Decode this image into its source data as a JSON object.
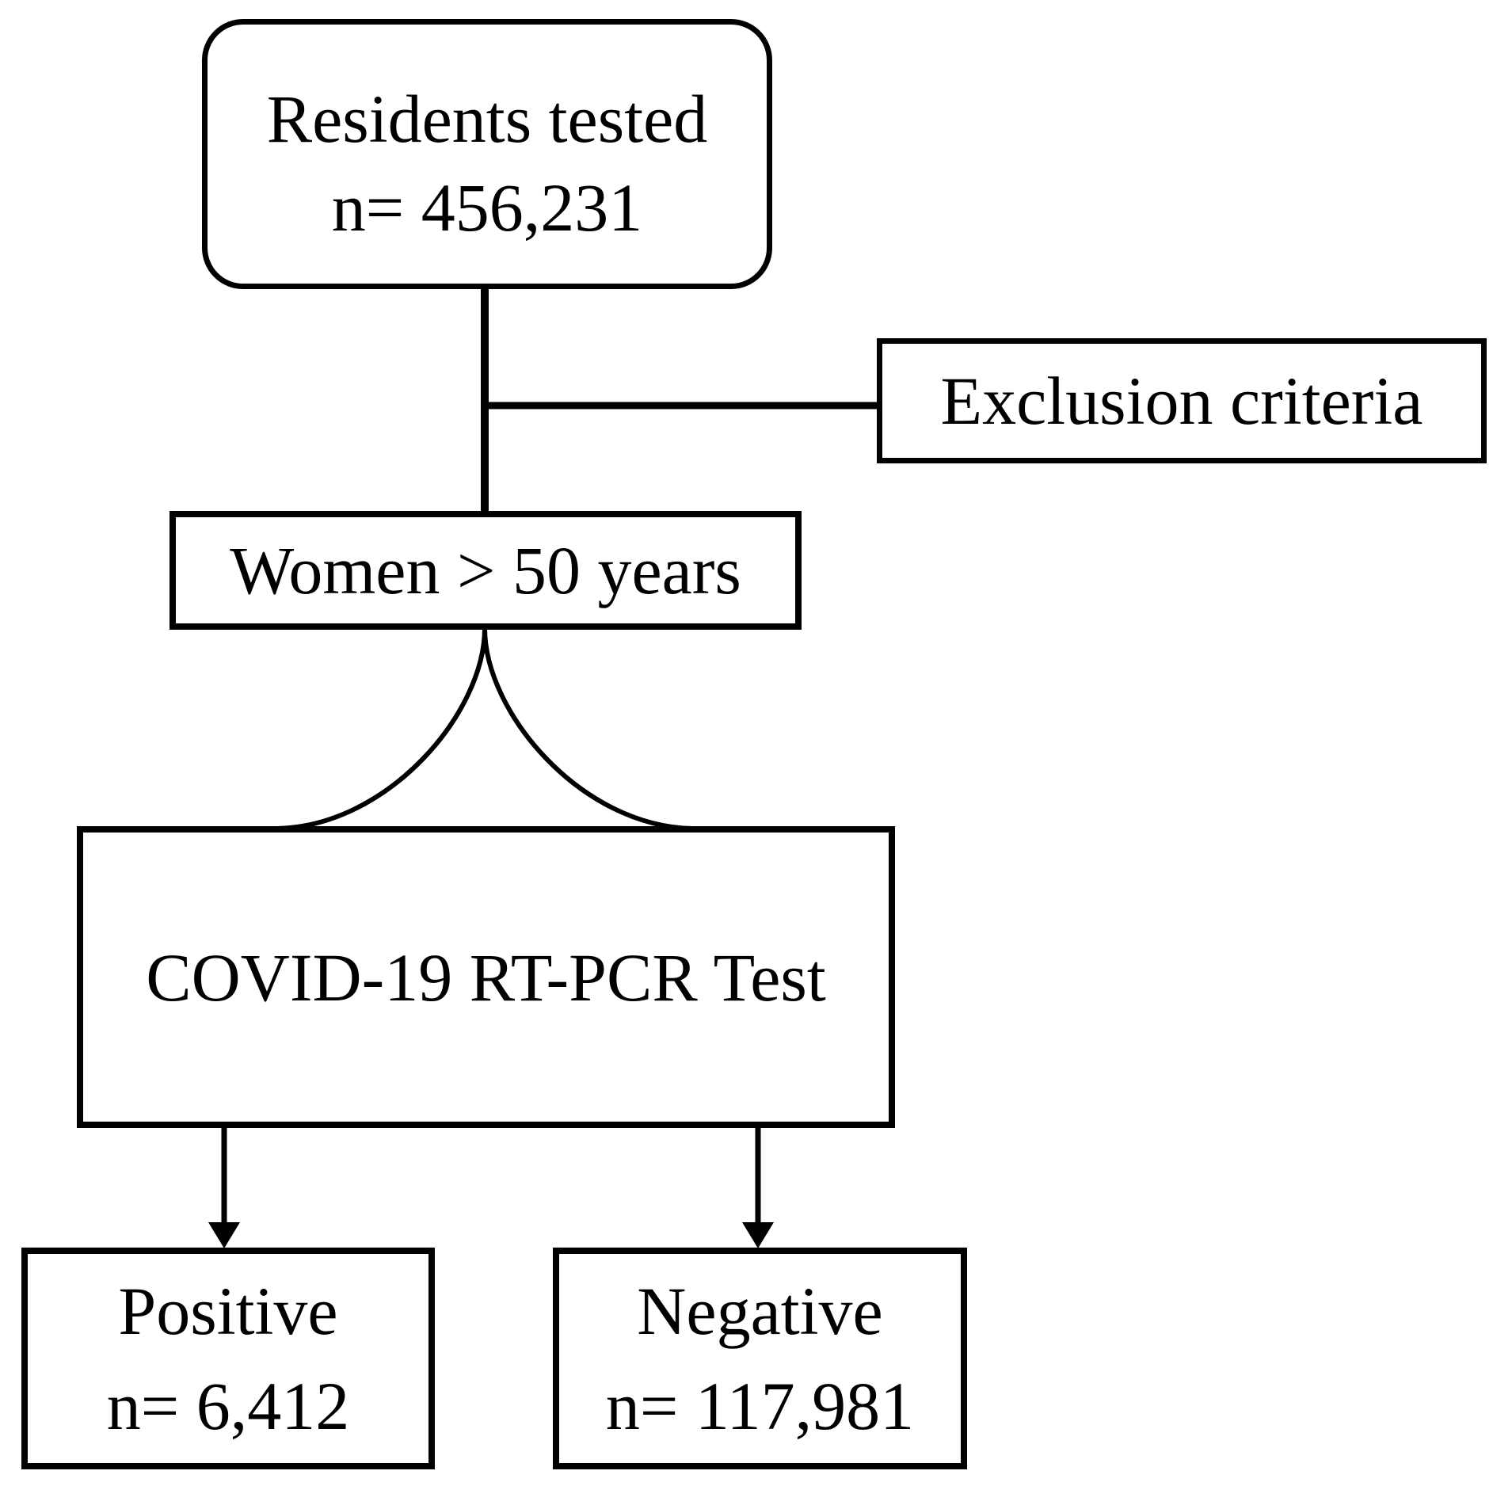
{
  "diagram": {
    "title_hint": "COVID-19 RT-PCR testing flowchart",
    "colors": {
      "background": "#ffffff",
      "stroke": "#000000",
      "text": "#000000"
    },
    "nodes": {
      "residents": {
        "line1": "Residents tested",
        "line2": "n= 456,231"
      },
      "exclusion": {
        "label": "Exclusion criteria"
      },
      "women": {
        "label": "Women > 50 years"
      },
      "covid": {
        "label": "COVID-19 RT-PCR Test"
      },
      "positive": {
        "line1": "Positive",
        "line2": "n= 6,412"
      },
      "negative": {
        "line1": "Negative",
        "line2": "n= 117,981"
      }
    },
    "edges": [
      {
        "from": "residents",
        "to": "women",
        "type": "plain-line"
      },
      {
        "from": "residents",
        "to": "exclusion",
        "type": "plain-line-branch"
      },
      {
        "from": "women",
        "to": "covid",
        "type": "flared-curve"
      },
      {
        "from": "covid",
        "to": "positive",
        "type": "arrow"
      },
      {
        "from": "covid",
        "to": "negative",
        "type": "arrow"
      }
    ]
  }
}
